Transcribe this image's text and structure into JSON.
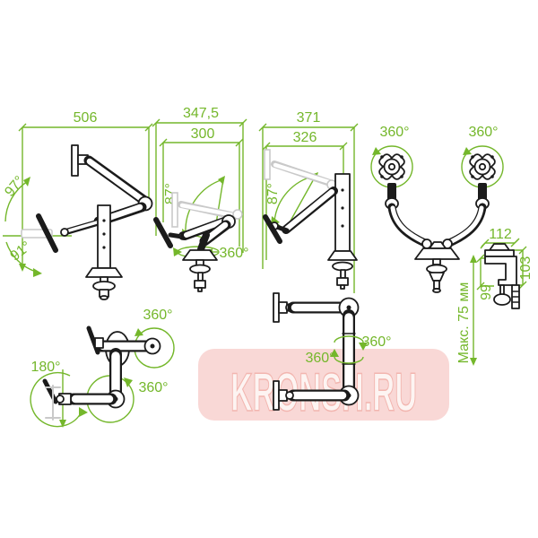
{
  "colors": {
    "green": "#74b72b",
    "ink": "#1b1b1b",
    "ghost": "#c9c9c9",
    "wm-bg": "#f9d8d6",
    "wm-text": "#fdf4f2",
    "wm-stroke": "#f2b5af"
  },
  "diagrams": {
    "arm_extended_side": {
      "width": "506",
      "tilt_up": "97°",
      "tilt_down": "91°"
    },
    "arm_folded_side": {
      "total_width": "347,5",
      "arm_reach": "300",
      "lift_angle": "87°",
      "base_rotation": "360°"
    },
    "arm_raised_side": {
      "total_width": "371",
      "arm_reach": "326",
      "lift_angle": "87°"
    },
    "dual_arm_front": {
      "left_vesa_rotation": "360°",
      "right_vesa_rotation": "360°"
    },
    "clamp_detail": {
      "width": "112",
      "height": "103",
      "depth": "99",
      "max_desk_thickness": "Макс. 75 мм"
    },
    "single_arm_top_view": {
      "elbow_rotation": "360°",
      "head_swivel": "180°",
      "shoulder_rotation": "360°"
    },
    "dual_arm_top_view": {
      "upper_joint_rotation": "360°",
      "lower_joint_rotation": "360°"
    }
  },
  "watermark": {
    "text": "KRONSH.RU"
  }
}
